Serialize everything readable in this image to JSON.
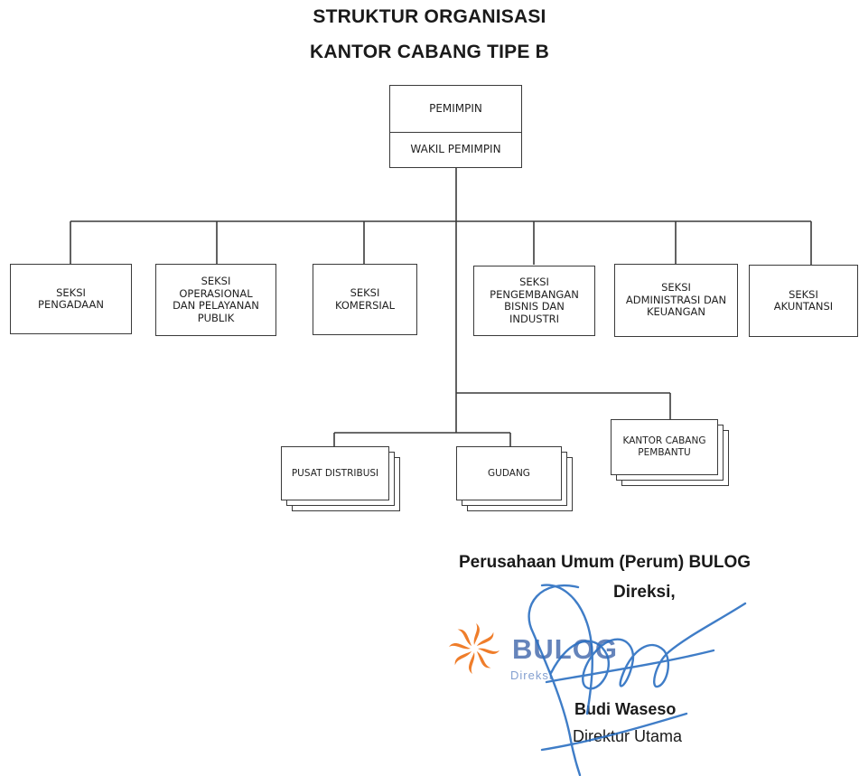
{
  "title_line1": "STRUKTUR ORGANISASI",
  "title_line2": "KANTOR CABANG TIPE B",
  "top": {
    "leader": "PEMIMPIN",
    "deputy": "WAKIL PEMIMPIN"
  },
  "sections": [
    "SEKSI\nPENGADAAN",
    "SEKSI\nOPERASIONAL\nDAN PELAYANAN\nPUBLIK",
    "SEKSI\nKOMERSIAL",
    "SEKSI\nPENGEMBANGAN\nBISNIS DAN\nINDUSTRI",
    "SEKSI\nADMINISTRASI DAN\nKEUANGAN",
    "SEKSI\nAKUNTANSI"
  ],
  "units": [
    "PUSAT DISTRIBUSI",
    "GUDANG",
    "KANTOR CABANG\nPEMBANTU"
  ],
  "signature_block": {
    "organization": "Perusahaan Umum (Perum) BULOG",
    "body": "Direksi,",
    "logo_word": "BULOG",
    "logo_sub": "Direksi",
    "name": "Budi Waseso",
    "position": "Direktur Utama"
  },
  "colors": {
    "lines": "#3a3a3a",
    "logo_orange": "#ef7d2a",
    "logo_blue": "#4b6fb0",
    "signature_ink": "#2b6fc2"
  }
}
